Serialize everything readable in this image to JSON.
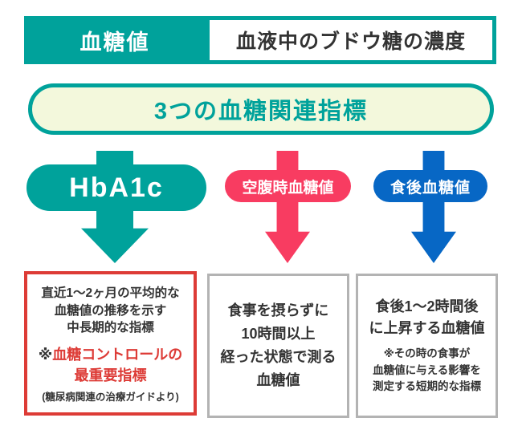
{
  "colors": {
    "teal": "#00a29b",
    "pink": "#f83c61",
    "blue": "#0767c5",
    "red": "#dd3b36",
    "banner_bg": "#f3f8dc",
    "box_border_gray": "#b3b3b3",
    "text_dark": "#333333"
  },
  "header": {
    "term": "血糖値",
    "definition": "血液中のブドウ糖の濃度"
  },
  "banner": {
    "title": "3つの血糖関連指標"
  },
  "indicators": [
    {
      "label": "HbA1c",
      "description": [
        "直近1〜2ヶ月の平均的な",
        "血糖値の推移を示す",
        "中長期的な指標"
      ],
      "emphasis": {
        "prefix": "※",
        "line1": "血糖コントロールの",
        "line2": "最重要指標"
      },
      "source": "(糖尿病関連の治療ガイドより)"
    },
    {
      "label": "空腹時血糖値",
      "description": [
        "食事を摂らずに",
        "10時間以上",
        "経った状態で測る",
        "血糖値"
      ]
    },
    {
      "label": "食後血糖値",
      "description": [
        "食後1〜2時間後",
        "に上昇する血糖値"
      ],
      "note": [
        "※その時の食事が",
        "血糖値に与える影響を",
        "測定する短期的な指標"
      ]
    }
  ]
}
